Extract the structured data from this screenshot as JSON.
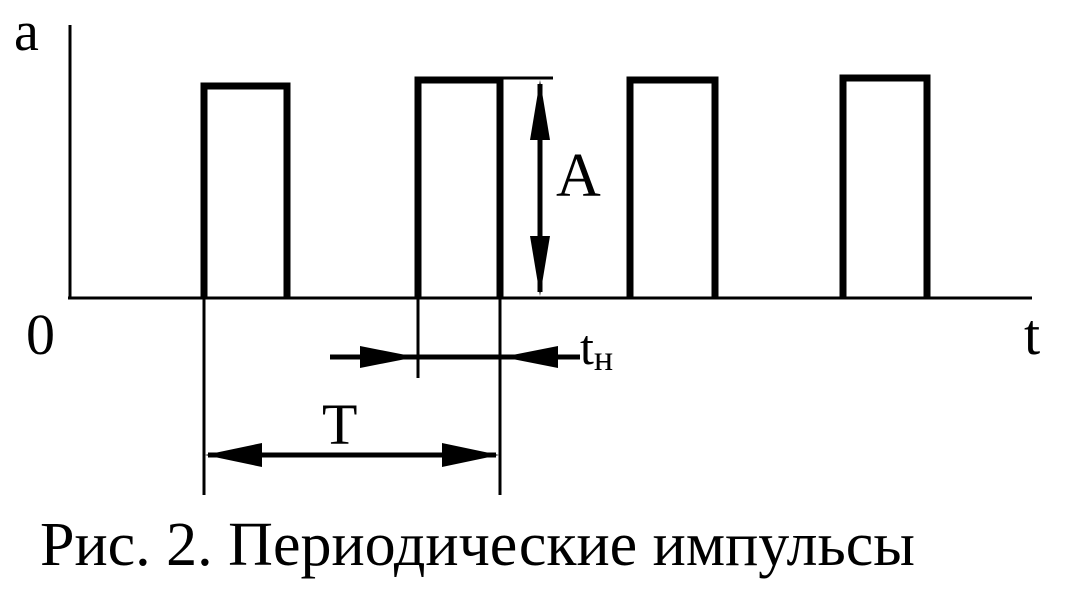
{
  "labels": {
    "y_axis": "a",
    "x_axis": "t",
    "origin": "0",
    "amplitude": "A",
    "period": "T",
    "pulse_width_base": "t",
    "pulse_width_sub": "н"
  },
  "caption": "Рис. 2. Периодические импульсы",
  "pulse_count": 4
}
